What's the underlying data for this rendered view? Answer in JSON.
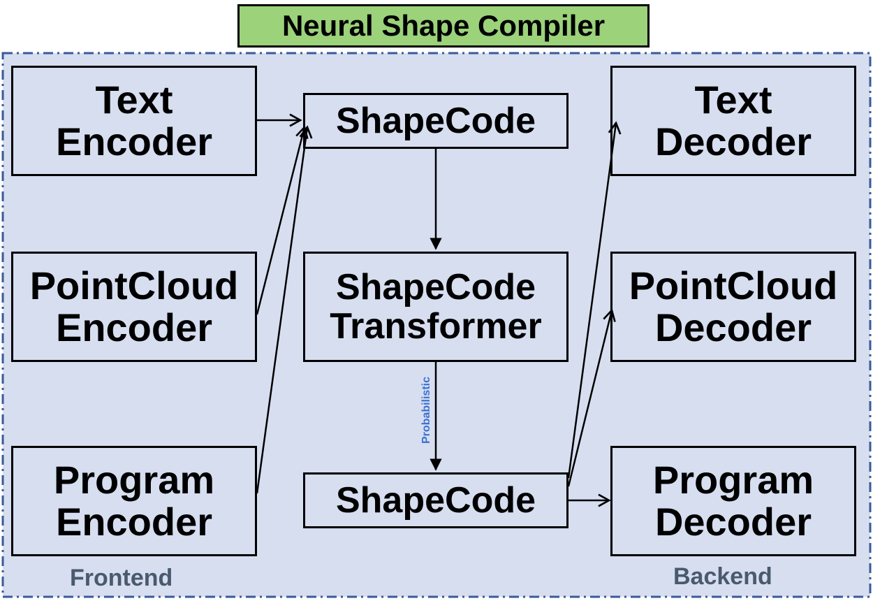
{
  "title": "Neural Shape Compiler",
  "frontend": {
    "label": "Frontend",
    "text_encoder": [
      "Text",
      "Encoder"
    ],
    "pointcloud_encoder": [
      "PointCloud",
      "Encoder"
    ],
    "program_encoder": [
      "Program",
      "Encoder"
    ]
  },
  "middle": {
    "shapecode_top": "ShapeCode",
    "transformer": [
      "ShapeCode",
      "Transformer"
    ],
    "edge_label": "Probabilistic",
    "shapecode_bottom": "ShapeCode"
  },
  "backend": {
    "label": "Backend",
    "text_decoder": [
      "Text",
      "Decoder"
    ],
    "pointcloud_decoder": [
      "PointCloud",
      "Decoder"
    ],
    "program_decoder": [
      "Program",
      "Decoder"
    ]
  },
  "colors": {
    "title_fill": "#9bd27a",
    "panel_fill": "#d6def0",
    "panel_border": "#3a5a9a",
    "edge_label": "#3b6fd1",
    "section_label": "#4a5a6e"
  }
}
